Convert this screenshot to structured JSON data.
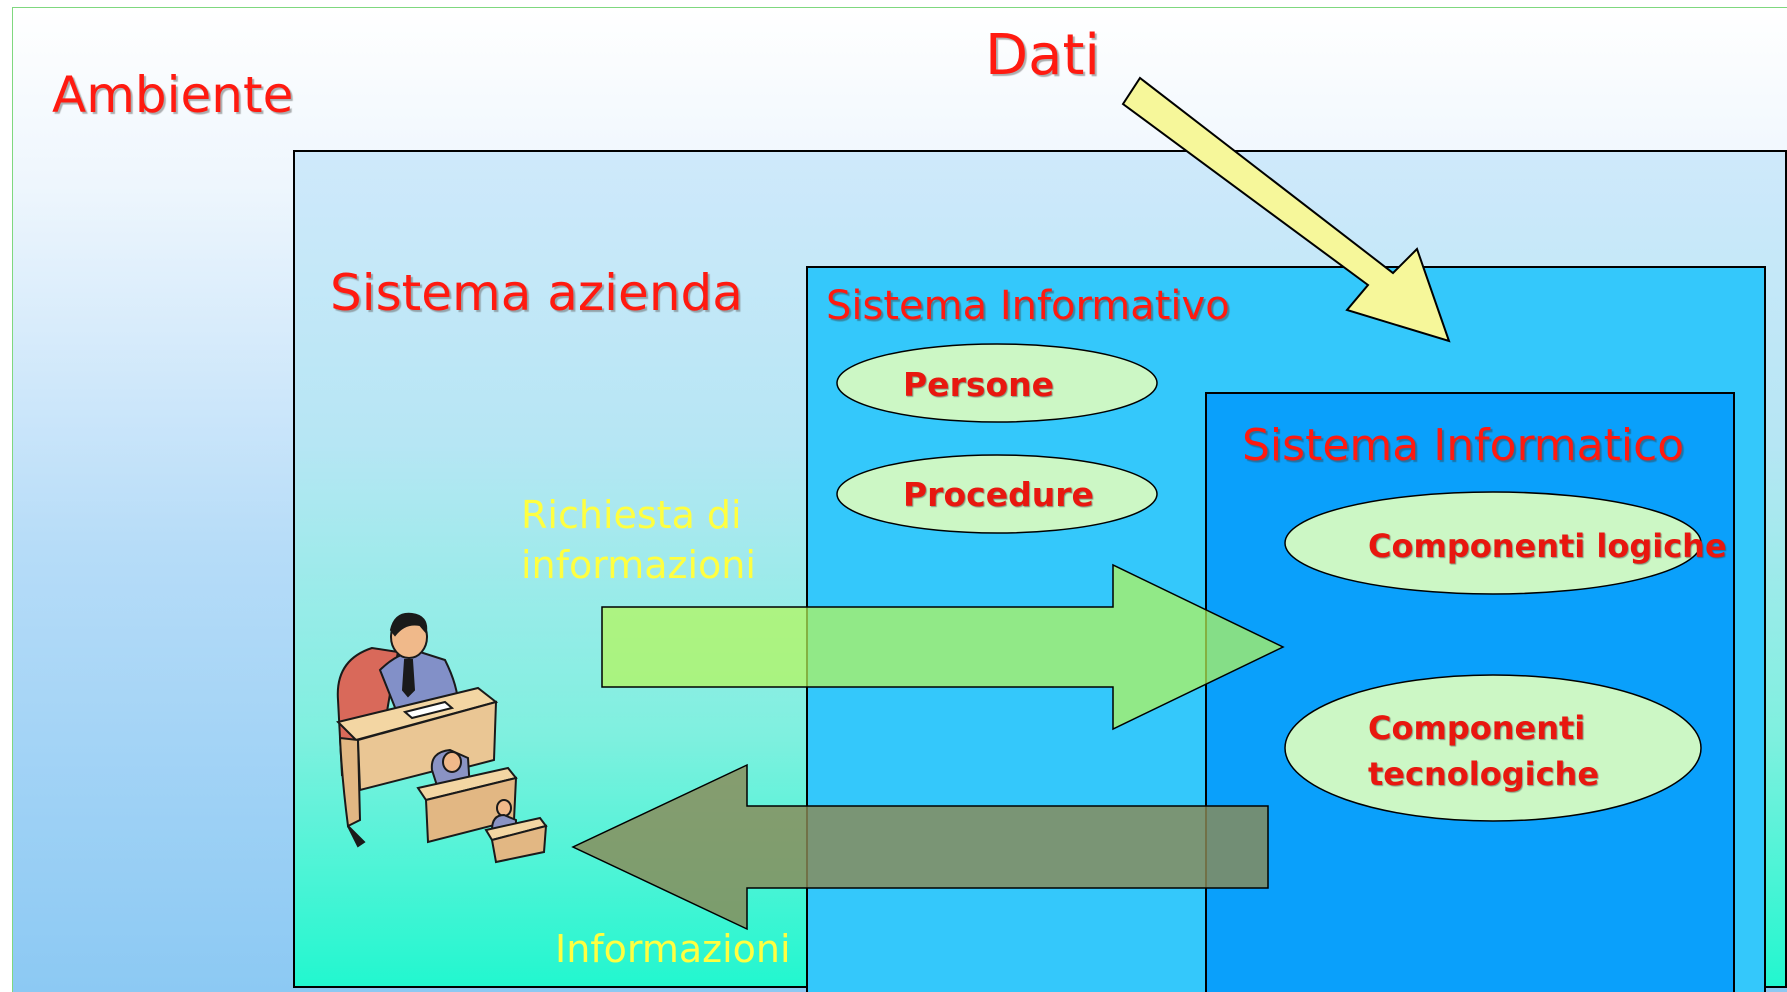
{
  "labels": {
    "ambiente": "Ambiente",
    "dati": "Dati",
    "sistema_azienda": "Sistema azienda",
    "sistema_informativo": "Sistema Informativo",
    "sistema_informatico": "Sistema Informatico",
    "richiesta_line1": "Richiesta di",
    "richiesta_line2": "informazioni",
    "informazioni": "Informazioni"
  },
  "informativo_items": [
    "Persone",
    "Procedure"
  ],
  "informatico_items": {
    "logiche": "Componenti logiche",
    "tecnologiche_line1": "Componenti",
    "tecnologiche_line2": "tecnologiche"
  },
  "illustration": {
    "icon": "businessman-at-desk-icon"
  },
  "colors": {
    "label_red": "#ff1a10",
    "label_yellow": "#ffff40",
    "ellipse_fill": "#ccf7c5",
    "dati_arrow": "#f6f79a",
    "request_arrow": "#b6f55a",
    "response_arrow": "#8a8a57"
  }
}
